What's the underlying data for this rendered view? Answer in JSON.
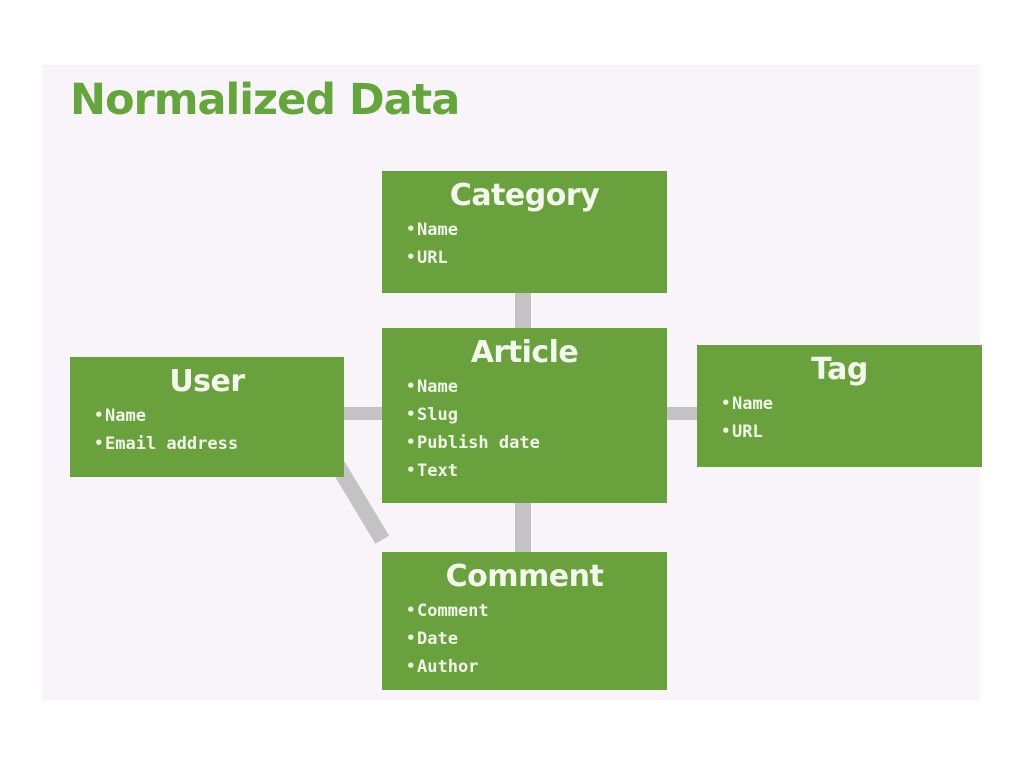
{
  "slide": {
    "title": "Normalized Data",
    "title_color": "#63a639",
    "background_color": "#f8f4fa",
    "entity_color": "#69a23d",
    "connector_color": "#c3c3c3"
  },
  "entities": [
    {
      "key": "category",
      "title": "Category",
      "fields": [
        "Name",
        "URL"
      ]
    },
    {
      "key": "article",
      "title": "Article",
      "fields": [
        "Name",
        "Slug",
        "Publish date",
        "Text"
      ]
    },
    {
      "key": "user",
      "title": "User",
      "fields": [
        "Name",
        "Email address"
      ]
    },
    {
      "key": "tag",
      "title": "Tag",
      "fields": [
        "Name",
        "URL"
      ]
    },
    {
      "key": "comment",
      "title": "Comment",
      "fields": [
        "Comment",
        "Date",
        "Author"
      ]
    }
  ],
  "bullet": "•",
  "connections": [
    {
      "from": "Category",
      "to": "Article"
    },
    {
      "from": "User",
      "to": "Article"
    },
    {
      "from": "Article",
      "to": "Tag"
    },
    {
      "from": "Article",
      "to": "Comment"
    },
    {
      "from": "User",
      "to": "Comment"
    }
  ]
}
